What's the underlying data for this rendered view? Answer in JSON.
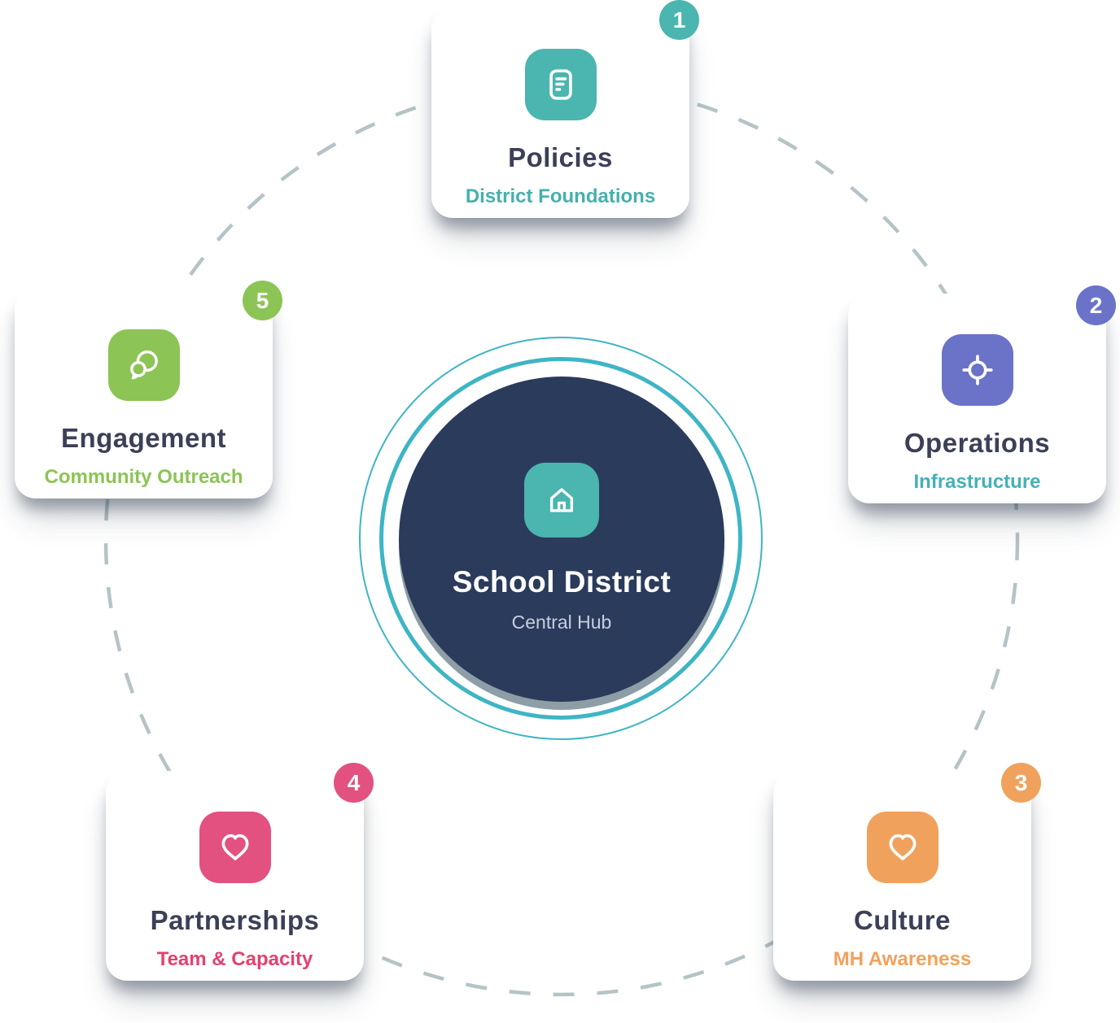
{
  "diagram": {
    "hub": {
      "icon": "home-icon",
      "title": "School District",
      "subtitle": "Central Hub",
      "circle_color": "#2b3b5c",
      "ring_color": "#3eb5c5",
      "icon_bg": "#4bb5af",
      "title_color": "#ffffff",
      "subtitle_color": "#c7cfdd"
    },
    "connector": {
      "style": "dashed-circle",
      "color": "#b5c3c7"
    },
    "nodes": [
      {
        "number": "1",
        "title": "Policies",
        "subtitle": "District Foundations",
        "icon": "document-icon",
        "accent_color": "#4bb5af",
        "subtitle_color": "#45b0ae",
        "position": "top"
      },
      {
        "number": "2",
        "title": "Operations",
        "subtitle": "Infrastructure",
        "icon": "target-icon",
        "accent_color": "#6a73c8",
        "subtitle_color": "#45b0b8",
        "position": "right"
      },
      {
        "number": "3",
        "title": "Culture",
        "subtitle": "MH Awareness",
        "icon": "heart-icon",
        "accent_color": "#f0a25c",
        "subtitle_color": "#f0a25c",
        "position": "bottom-right"
      },
      {
        "number": "4",
        "title": "Partnerships",
        "subtitle": "Team & Capacity",
        "icon": "heart-icon",
        "accent_color": "#e25180",
        "subtitle_color": "#e5406f",
        "position": "bottom-left"
      },
      {
        "number": "5",
        "title": "Engagement",
        "subtitle": "Community Outreach",
        "icon": "chat-bubbles-icon",
        "accent_color": "#8cc455",
        "subtitle_color": "#8cc455",
        "position": "left"
      }
    ]
  }
}
